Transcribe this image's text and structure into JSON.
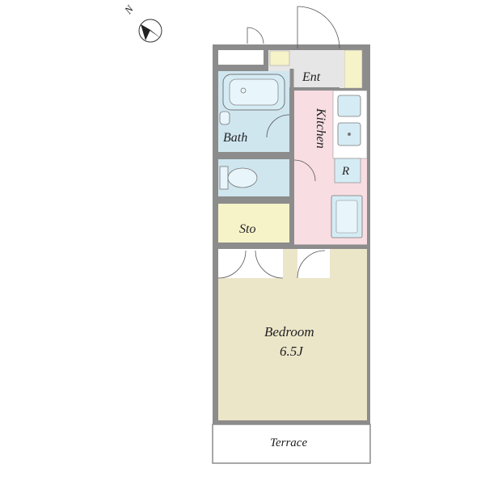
{
  "compass": {
    "north_label": "N"
  },
  "rooms": {
    "entrance": "Ent",
    "kitchen": "Kitchen",
    "bath": "Bath",
    "refrigerator": "R",
    "storage": "Sto",
    "bedroom": "Bedroom",
    "bedroom_size": "6.5J",
    "terrace": "Terrace"
  },
  "colors": {
    "wall": "#8c8c8c",
    "bath_blue": "#cfe6ef",
    "kitchen_pink": "#f8dde2",
    "entrance_gray": "#e6e6e6",
    "storage_yellow": "#f6f3c9",
    "bedroom_beige": "#ece6c9",
    "fixture_blue": "#d6ecf5"
  }
}
